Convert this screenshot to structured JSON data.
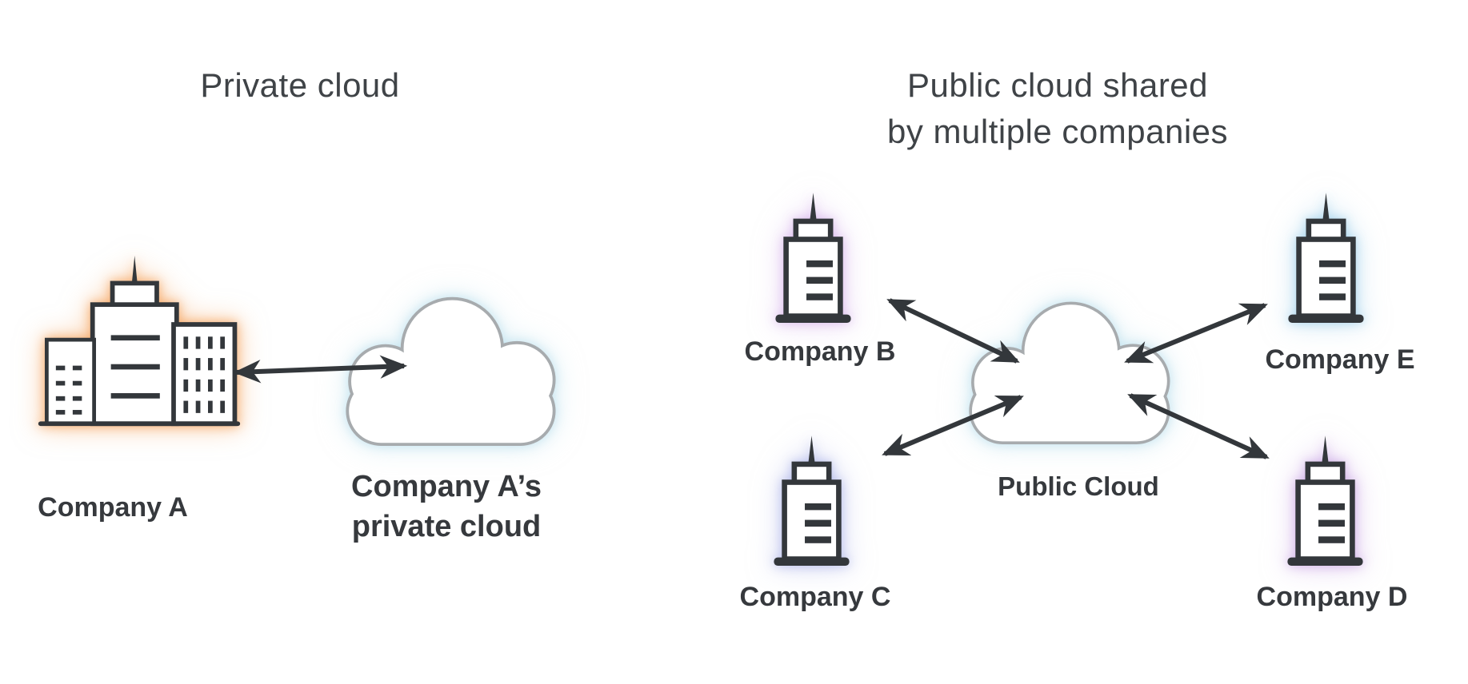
{
  "left_panel": {
    "title": "Private cloud",
    "company": {
      "label": "Company A",
      "glow_color": "#f5a35e"
    },
    "cloud": {
      "label_line1": "Company A’s",
      "label_line2": "private cloud",
      "glow_color": "#bfe2ee"
    }
  },
  "right_panel": {
    "title_line1": "Public cloud shared",
    "title_line2": "by multiple companies",
    "cloud": {
      "label": "Public Cloud",
      "glow_color": "#bfe2ee"
    },
    "companies": [
      {
        "label": "Company B",
        "glow_color": "#d8b6ec"
      },
      {
        "label": "Company C",
        "glow_color": "#b2b8ea"
      },
      {
        "label": "Company D",
        "glow_color": "#cdaae6"
      },
      {
        "label": "Company E",
        "glow_color": "#a3d2ec"
      }
    ]
  },
  "colors": {
    "ink": "#33373b",
    "title_text": "#3f4347",
    "label_text": "#36393d",
    "cloud_stroke": "#a7abae",
    "background": "#ffffff"
  }
}
